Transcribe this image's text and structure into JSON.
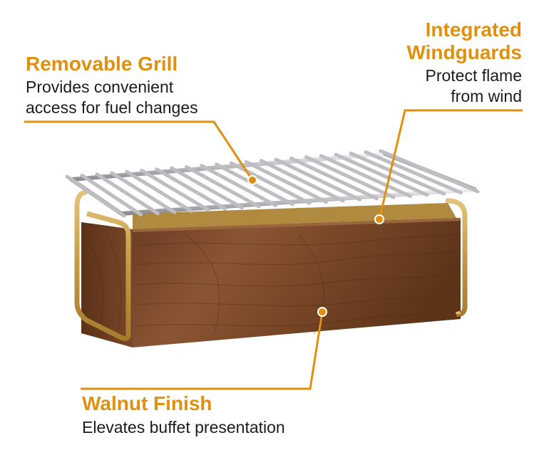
{
  "colors": {
    "accent": "#E0900F",
    "text": "#1c1c1c",
    "walnut": "#7a4a2c",
    "walnut_dark": "#5a3219",
    "brass": "#c9a14a",
    "chrome": "#c8c8cc"
  },
  "callouts": {
    "grill": {
      "title": "Removable Grill",
      "lines": [
        "Provides convenient",
        "access for fuel changes"
      ]
    },
    "windguards": {
      "title_lines": [
        "Integrated",
        "Windguards"
      ],
      "lines": [
        "Protect flame",
        "from wind"
      ]
    },
    "walnut": {
      "title": "Walnut Finish",
      "lines": [
        "Elevates buffet presentation"
      ]
    }
  }
}
